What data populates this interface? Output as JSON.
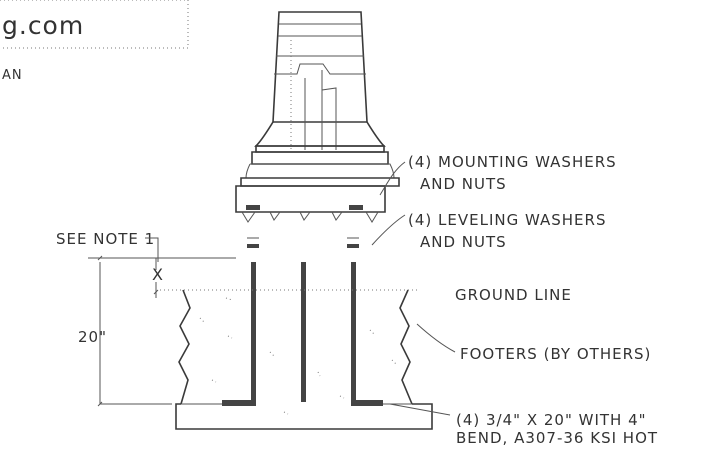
{
  "header": {
    "site_fragment": "g.com",
    "subtitle_fragment": "AN"
  },
  "callouts": {
    "mounting_line1": "(4) MOUNTING WASHERS",
    "mounting_line2": "AND NUTS",
    "leveling_line1": "(4) LEVELING WASHERS",
    "leveling_line2": "AND NUTS",
    "ground_line": "GROUND LINE",
    "footers": "FOOTERS (BY OTHERS)",
    "bolt_line1": "(4) 3/4\" X 20\" WITH 4\"",
    "bolt_line2": "BEND, A307-36 KSI HOT",
    "see_note": "SEE NOTE 1"
  },
  "dimensions": {
    "x_label": "X",
    "depth_label": "20\""
  }
}
